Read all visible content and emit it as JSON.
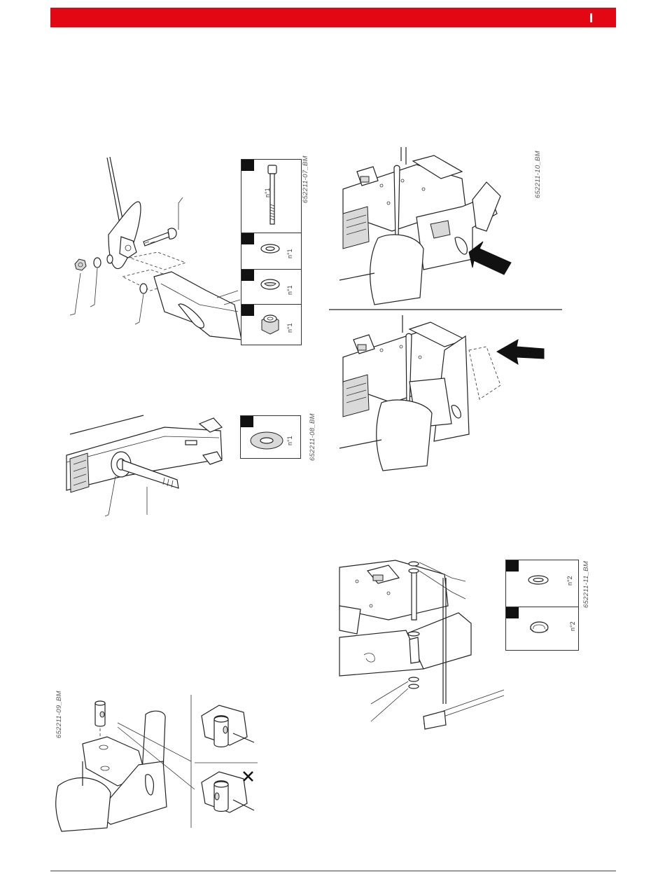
{
  "header": {
    "accent_color": "#e30613"
  },
  "figures": {
    "fig1": {
      "code": "652211-07_BM",
      "parts": [
        {
          "icon": "bolt-icon",
          "qty": "n°1"
        },
        {
          "icon": "washer-icon",
          "qty": "n°1"
        },
        {
          "icon": "spring-washer-icon",
          "qty": "n°1"
        },
        {
          "icon": "lock-nut-icon",
          "qty": "n°1"
        }
      ]
    },
    "fig2": {
      "code": "652211-08_BM",
      "parts": [
        {
          "icon": "large-washer-icon",
          "qty": "n°1"
        }
      ]
    },
    "fig3": {
      "code": "652211-09_BM"
    },
    "fig4": {
      "code": "652211-10_BM"
    },
    "fig5": {
      "code": "652211-11_BM",
      "parts": [
        {
          "icon": "washer-icon",
          "qty": "n°2"
        },
        {
          "icon": "circlip-icon",
          "qty": "n°2"
        }
      ]
    }
  }
}
